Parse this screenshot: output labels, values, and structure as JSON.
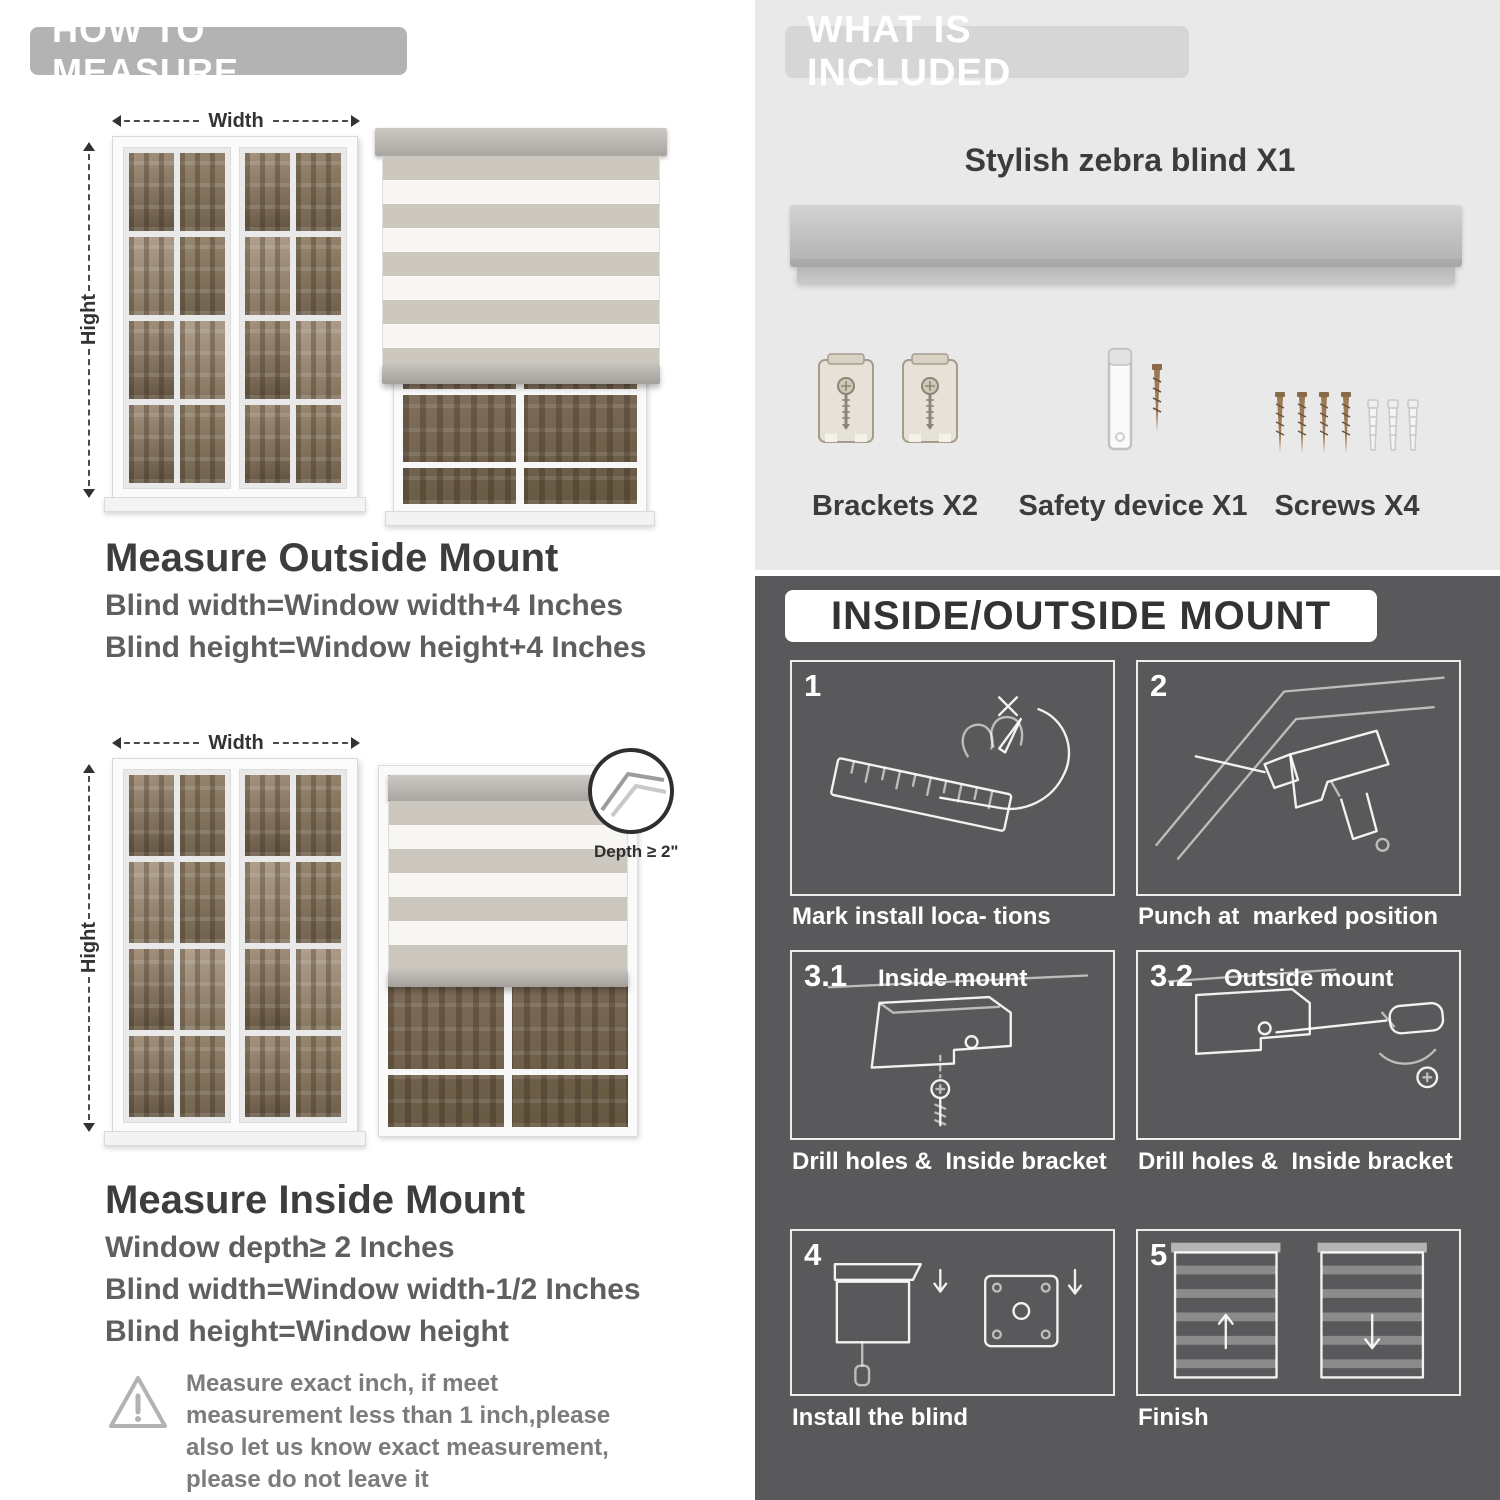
{
  "left": {
    "header": "HOW TO MEASURE",
    "outside": {
      "width_label": "Width",
      "height_label": "Hight",
      "title": "Measure Outside Mount",
      "rule1": "Blind width=Window width+4 Inches",
      "rule2": "Blind height=Window height+4 Inches"
    },
    "inside": {
      "width_label": "Width",
      "height_label": "Hight",
      "depth_note": "Depth ≥ 2\"",
      "title": "Measure Inside Mount",
      "rule1": "Window depth≥ 2 Inches",
      "rule2": "Blind width=Window width-1/2 Inches",
      "rule3": "Blind height=Window height"
    },
    "warning_text": "Measure exact inch, if meet measurement less than 1 inch,please also let us know exact measurement, please do not leave it"
  },
  "included": {
    "header": "WHAT IS INCLUDED",
    "blind_label": "Stylish zebra blind X1",
    "items": [
      {
        "label": "Brackets X2"
      },
      {
        "label": "Safety device X1"
      },
      {
        "label": "Screws X4"
      }
    ]
  },
  "mount": {
    "header": "INSIDE/OUTSIDE MOUNT",
    "steps": [
      {
        "num": "1",
        "caption": "Mark install loca- tions"
      },
      {
        "num": "2",
        "caption": "Punch at  marked position"
      },
      {
        "num": "3.1",
        "label": "Inside mount",
        "caption": "Drill holes &  Inside bracket"
      },
      {
        "num": "3.2",
        "label": "Outside mount",
        "caption": "Drill holes &  Inside bracket"
      },
      {
        "num": "4",
        "caption": "Install the blind"
      },
      {
        "num": "5",
        "caption": "Finish"
      }
    ]
  },
  "colors": {
    "header_pill": "#b3b3b3",
    "light_panel": "#e9e9e9",
    "dark_panel": "#59595b",
    "heading_text": "#3d3d3d",
    "subtext": "#5f5f5f"
  }
}
